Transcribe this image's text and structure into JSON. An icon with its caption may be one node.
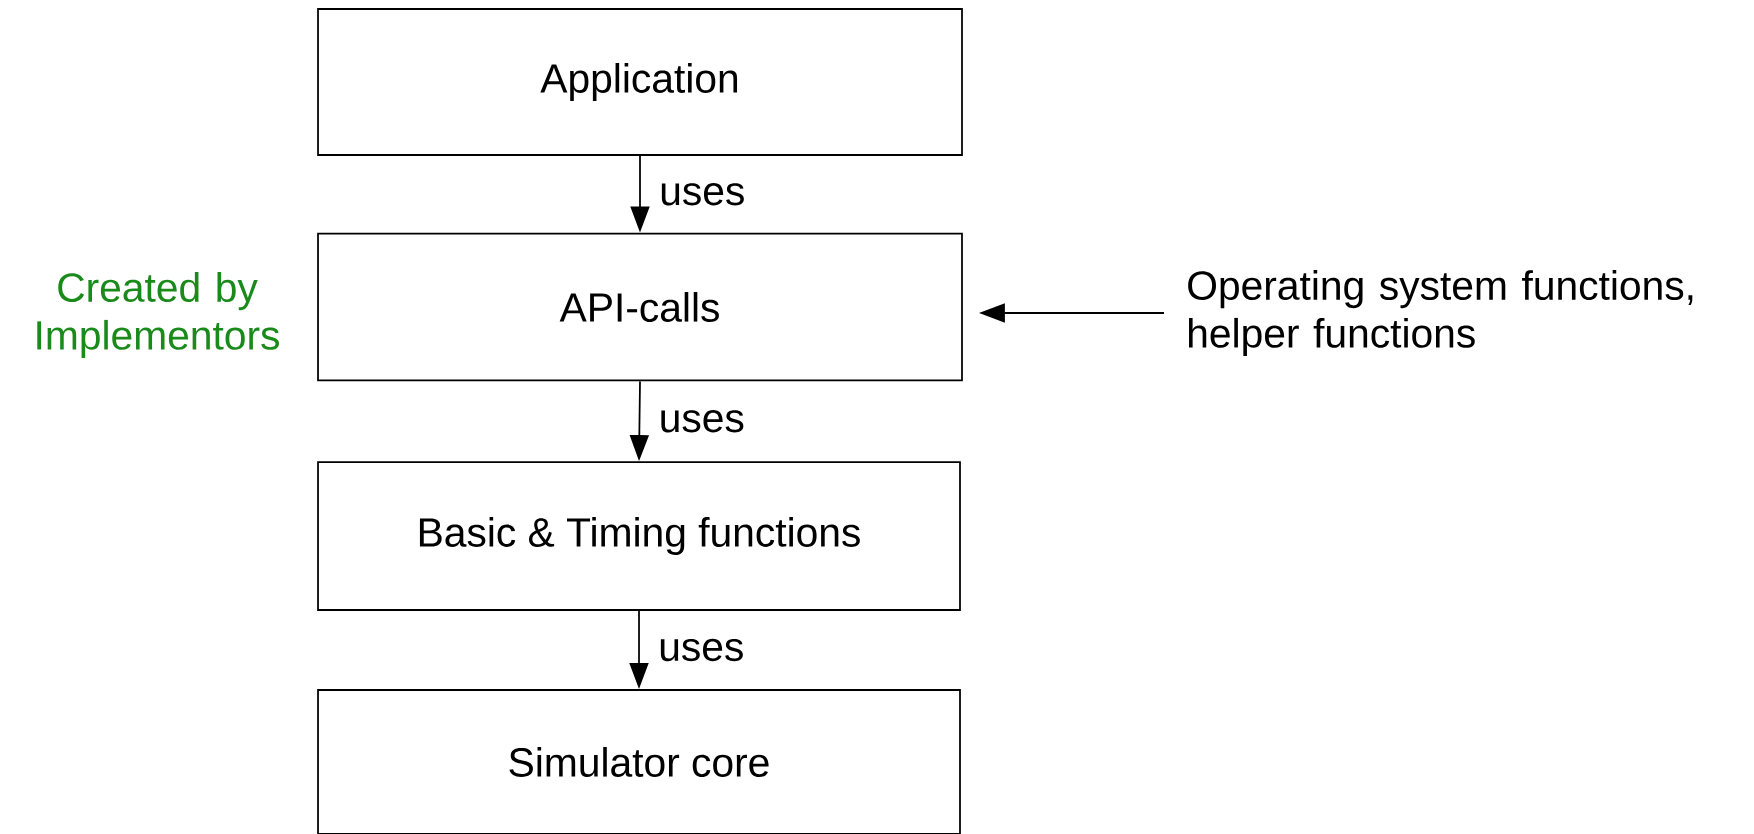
{
  "diagram": {
    "nodes": [
      {
        "text": [
          "Application"
        ]
      },
      {
        "text": [
          "API-calls"
        ],
        "beside": [
          "Created by Implementors"
        ]
      },
      {
        "text": [
          "Basic & Timing functions"
        ]
      },
      {
        "text": [
          "Simulator core"
        ]
      },
      {
        "text": [
          "Operating system functions, helper functions"
        ]
      }
    ],
    "edges": [
      {
        "from": 0,
        "to": 1,
        "arrow": "to",
        "label": "uses"
      },
      {
        "from": 1,
        "to": 2,
        "arrow": "to",
        "label": "uses"
      },
      {
        "from": 2,
        "to": 3,
        "arrow": "to",
        "label": "uses"
      },
      {
        "from": 4,
        "to": 1,
        "arrow": "to"
      }
    ]
  }
}
